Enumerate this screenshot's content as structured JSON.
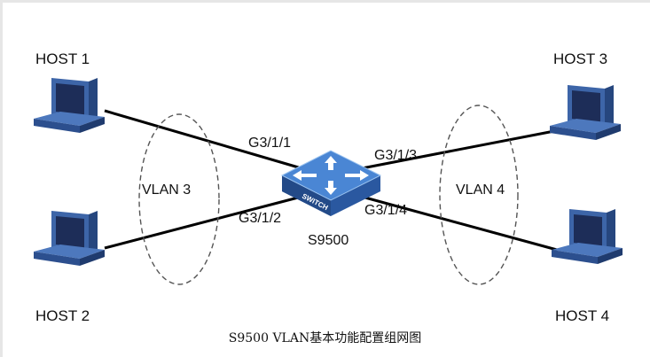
{
  "hosts": [
    {
      "label": "HOST 1"
    },
    {
      "label": "HOST 2"
    },
    {
      "label": "HOST 3"
    },
    {
      "label": "HOST 4"
    }
  ],
  "ports": {
    "p1": "G3/1/1",
    "p2": "G3/1/2",
    "p3": "G3/1/3",
    "p4": "G3/1/4"
  },
  "vlans": {
    "left": "VLAN 3",
    "right": "VLAN 4"
  },
  "switch": {
    "name": "S9500",
    "badge": "SWITCH",
    "body_color": "#2d5ea8",
    "top_color": "#3f7fd0"
  },
  "caption": "S9500 VLAN基本功能配置组网图",
  "colors": {
    "link": "#000000",
    "pc_body": "#3a5f9e",
    "pc_screen": "#1e2f5a",
    "vlan_ellipse": "#555555"
  }
}
